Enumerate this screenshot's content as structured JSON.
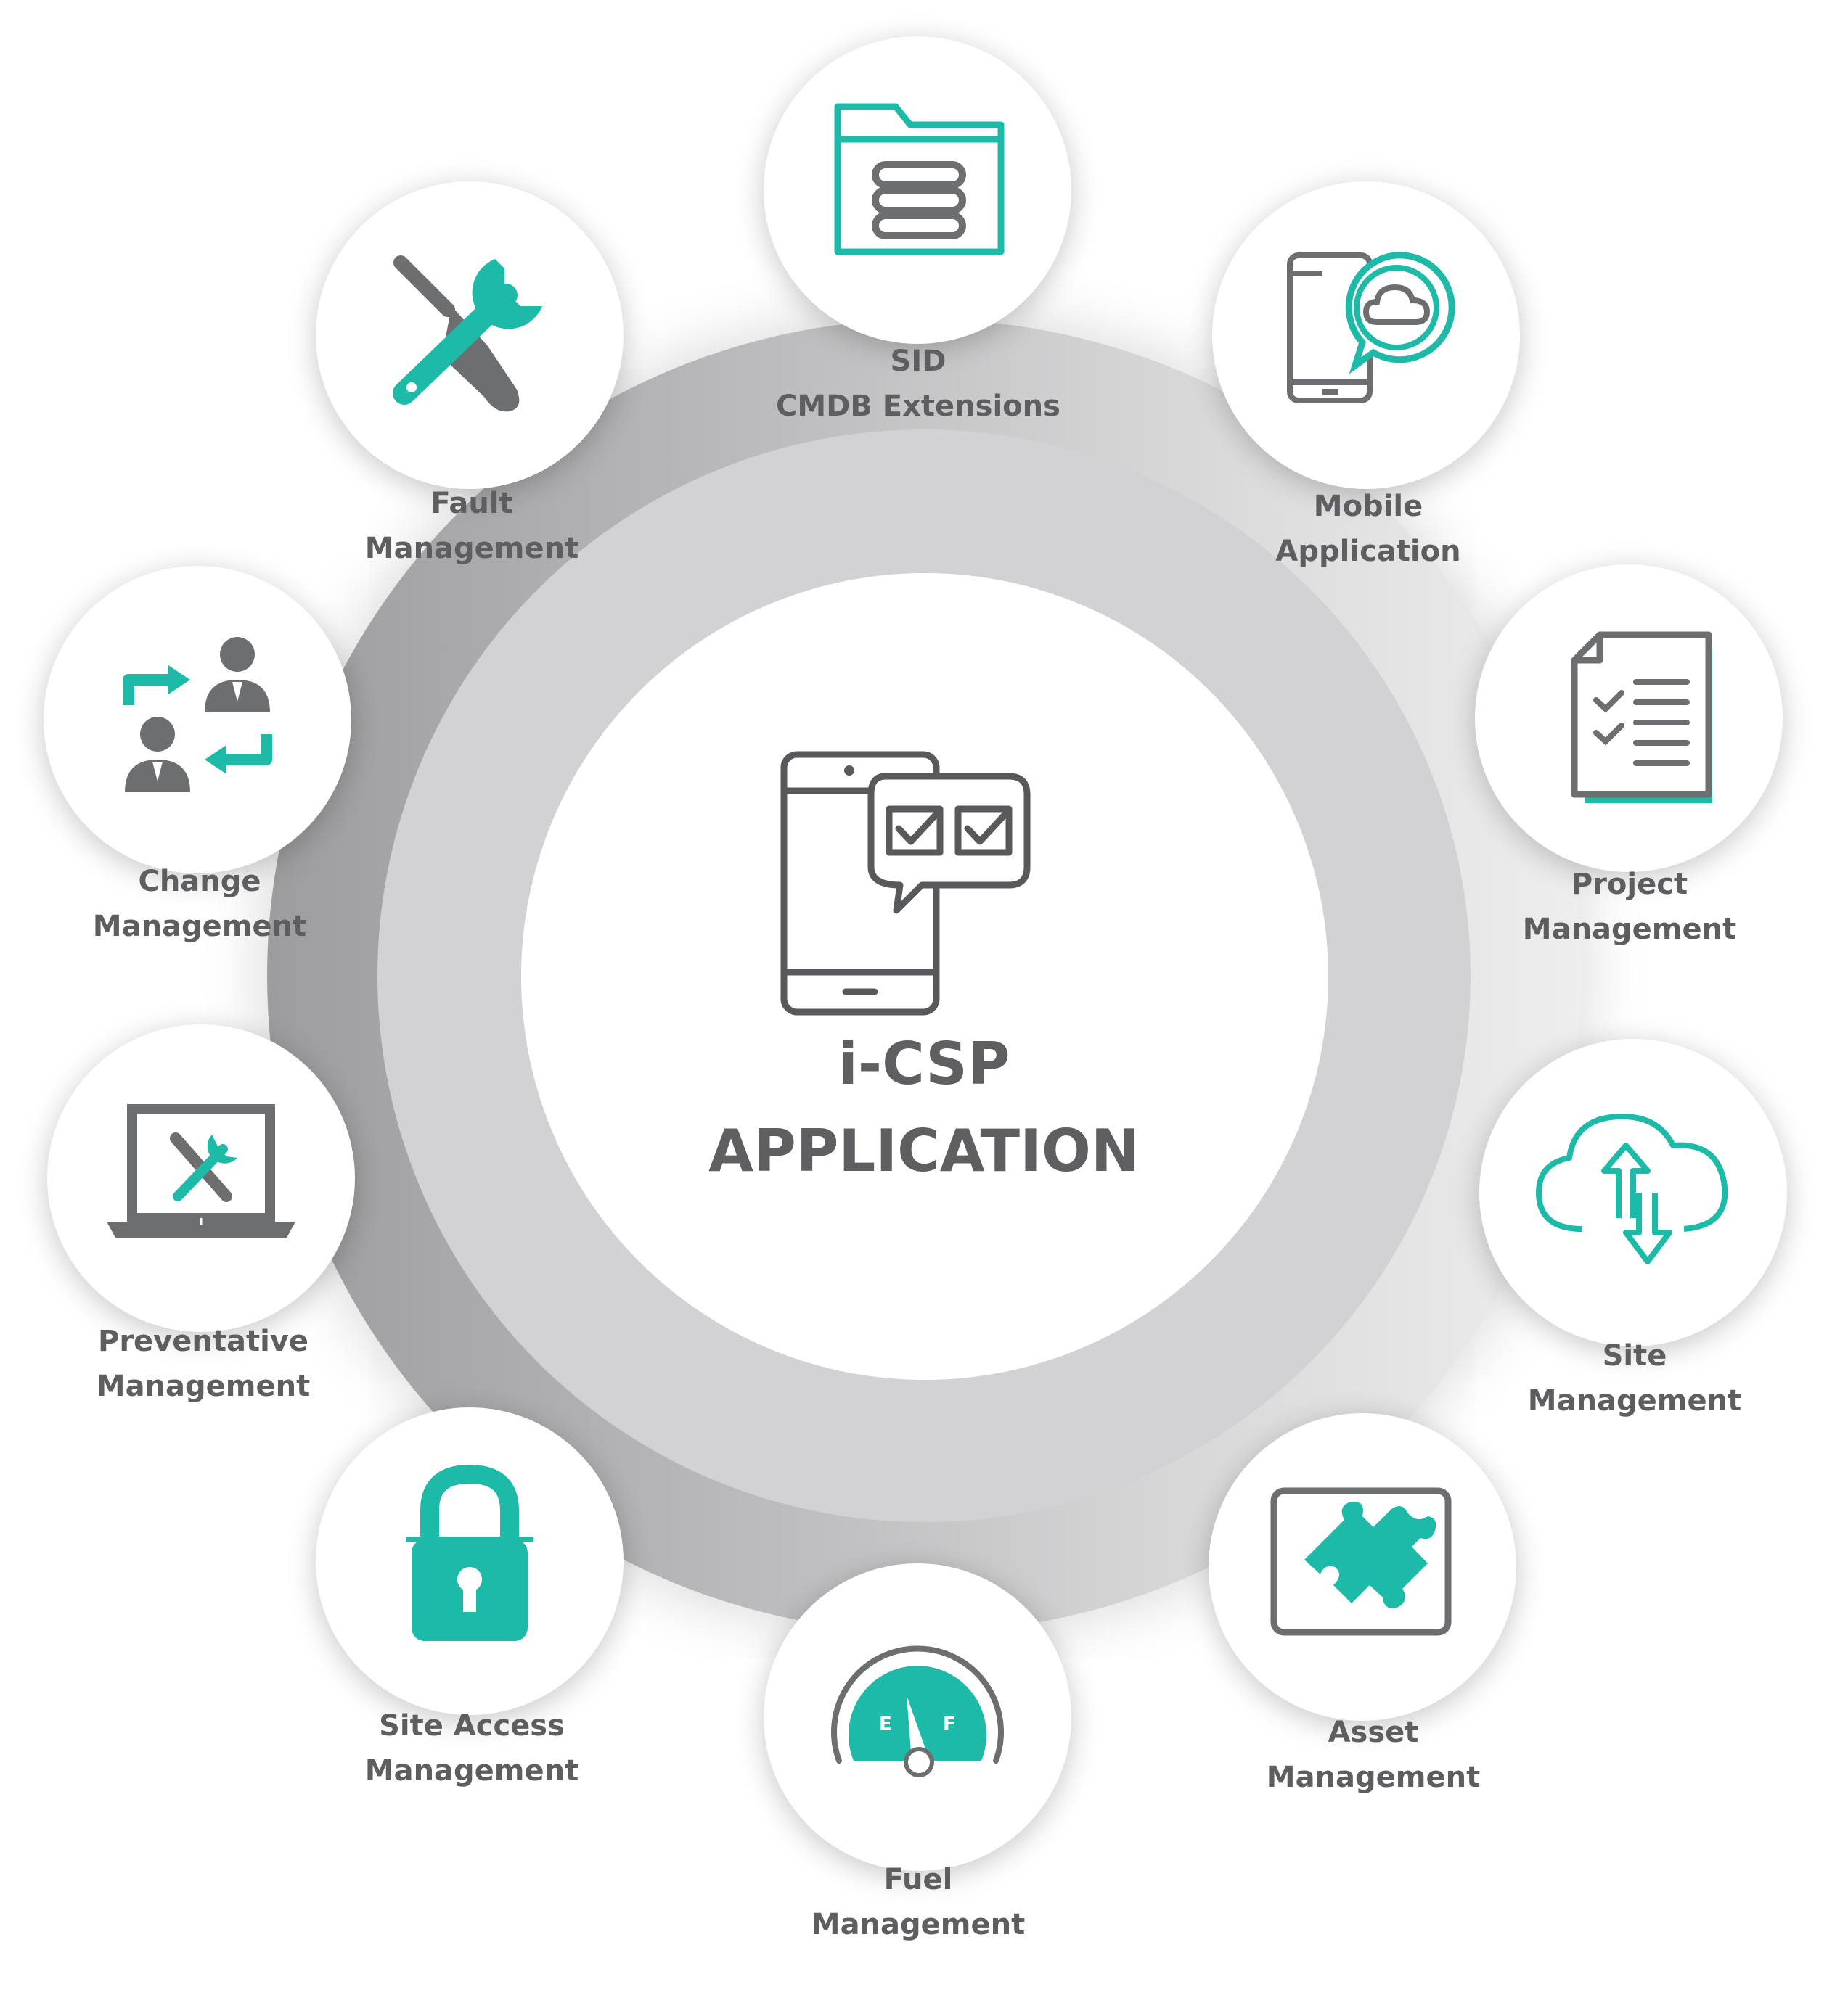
{
  "center": {
    "title_line1": "i-CSP",
    "title_line2": "APPLICATION"
  },
  "nodes": [
    {
      "id": "sid",
      "icon": "folder-server-icon",
      "line1": "SID",
      "line2": "CMDB Extensions"
    },
    {
      "id": "mobile",
      "icon": "mobile-cloud-icon",
      "line1": "Mobile",
      "line2": "Application"
    },
    {
      "id": "project",
      "icon": "document-checklist-icon",
      "line1": "Project",
      "line2": "Management"
    },
    {
      "id": "site",
      "icon": "cloud-sync-icon",
      "line1": "Site",
      "line2": "Management"
    },
    {
      "id": "asset",
      "icon": "puzzle-icon",
      "line1": "Asset",
      "line2": "Management"
    },
    {
      "id": "fuel",
      "icon": "fuel-gauge-icon",
      "line1": "Fuel",
      "line2": "Management"
    },
    {
      "id": "siteaccess",
      "icon": "padlock-icon",
      "line1": "Site Access",
      "line2": "Management"
    },
    {
      "id": "preventative",
      "icon": "laptop-tools-icon",
      "line1": "Preventative",
      "line2": "Management"
    },
    {
      "id": "change",
      "icon": "people-swap-icon",
      "line1": "Change",
      "line2": "Management"
    },
    {
      "id": "fault",
      "icon": "wrench-screwdriver-icon",
      "line1": "Fault",
      "line2": "Management"
    }
  ],
  "gauge_labels": {
    "empty": "E",
    "full": "F"
  },
  "colors": {
    "teal": "#1ebaa8",
    "gray": "#6d6e70",
    "text": "#5e5e60"
  }
}
